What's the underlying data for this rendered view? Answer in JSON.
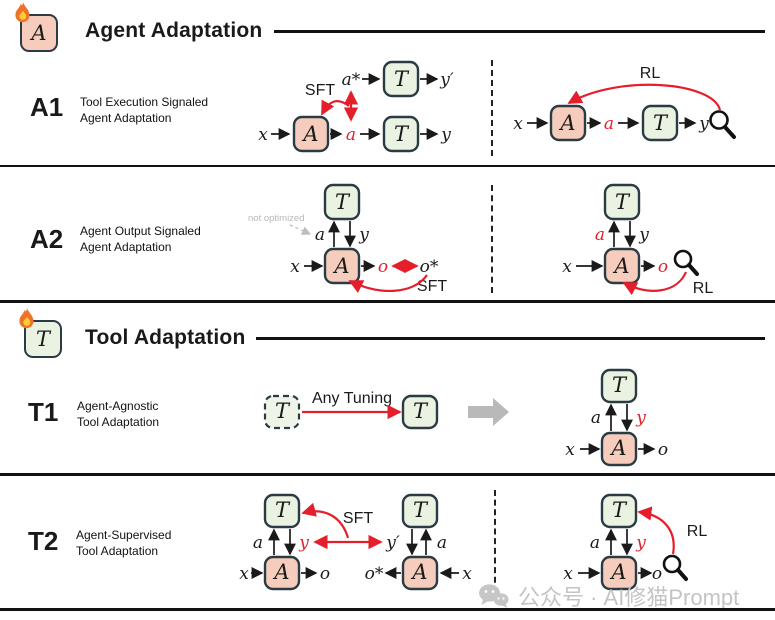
{
  "colors": {
    "agent_box_fill": "#f6cdbc",
    "tool_box_fill": "#eaf3e2",
    "box_border": "#2b3b44",
    "signal_red": "#e41f2b",
    "muted_gray": "#b8b8b8",
    "text": "#1a1a1a"
  },
  "sections": {
    "agent": {
      "title": "Agent Adaptation",
      "icon_letter": "A"
    },
    "tool": {
      "title": "Tool Adaptation",
      "icon_letter": "T"
    }
  },
  "rows": {
    "a1": {
      "id": "A1",
      "desc1": "Tool Execution Signaled",
      "desc2": "Agent Adaptation"
    },
    "a2": {
      "id": "A2",
      "desc1": "Agent Output Signaled",
      "desc2": "Agent Adaptation"
    },
    "t1": {
      "id": "T1",
      "desc1": "Agent-Agnostic",
      "desc2": "Tool Adaptation"
    },
    "t2": {
      "id": "T2",
      "desc1": "Agent-Supervised",
      "desc2": "Tool Adaptation"
    }
  },
  "symbols": {
    "agent": "A",
    "tool": "T",
    "x": "x",
    "a": "a",
    "y": "y",
    "o": "o",
    "a_star": "a*",
    "y_prime": "y′",
    "o_star": "o*"
  },
  "annotations": {
    "sft": "SFT",
    "rl": "RL",
    "any_tuning": "Any Tuning",
    "not_optimized": "not optimized"
  },
  "watermark": {
    "text": "公众号 · AI修猫Prompt"
  }
}
